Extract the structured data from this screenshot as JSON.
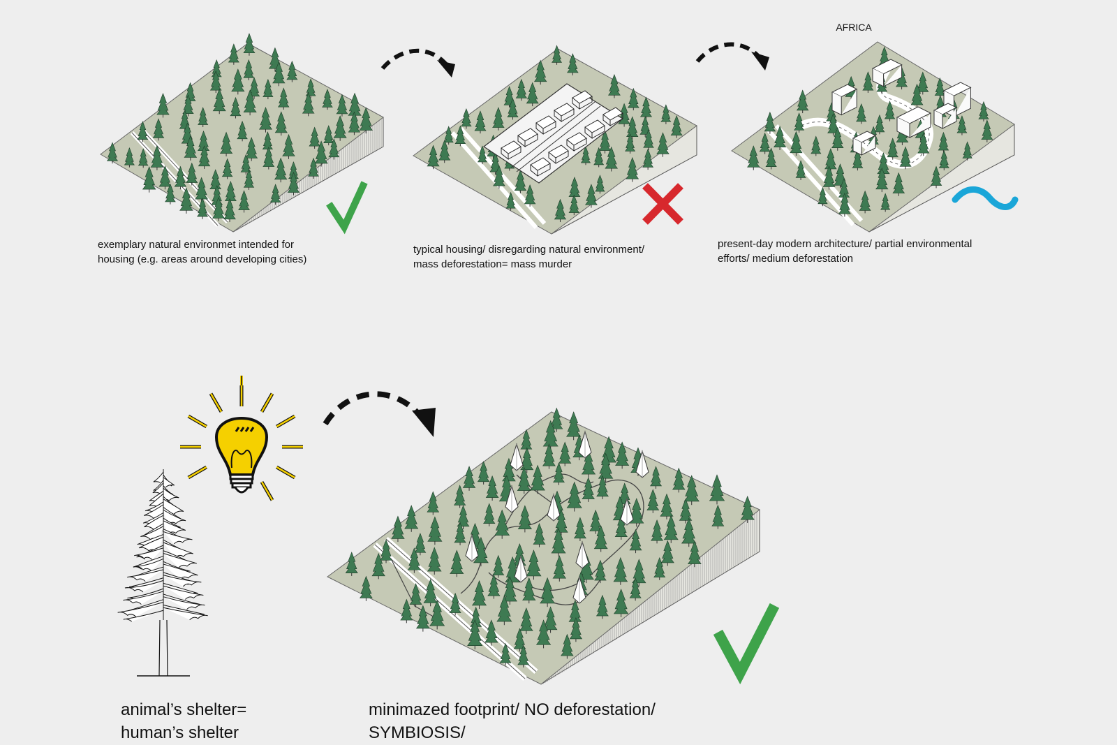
{
  "captions": {
    "panel1": {
      "line1": "exemplary natural environmet intended for",
      "line2": "housing (e.g. areas around developing cities)"
    },
    "panel2": {
      "line1": "typical housing/ disregarding natural environment/",
      "line2": "mass deforestation= mass murder"
    },
    "panel3": {
      "line1": "present-day modern architecture/ partial environmental",
      "line2": "efforts/ medium deforestation"
    },
    "panel4": {
      "line1": "animal’s shelter=",
      "line2": "human’s shelter"
    },
    "panel5": {
      "line1": "minimazed footprint/ NO deforestation/",
      "line2": "SYMBIOSIS/"
    }
  },
  "labels": {
    "africa": "AFRICA"
  },
  "marks": {
    "panel1": "check-icon",
    "panel2": "cross-icon",
    "panel3": "tilde-icon",
    "panel5": "check-icon"
  },
  "colors": {
    "background": "#eeeeee",
    "terrain": "#c5c9b5",
    "terrain_side": "#e6e6e0",
    "tree": "#3e7a52",
    "check": "#3ea34a",
    "cross": "#d7282d",
    "tilde": "#1aa6d8",
    "bulb": "#f5d000"
  }
}
